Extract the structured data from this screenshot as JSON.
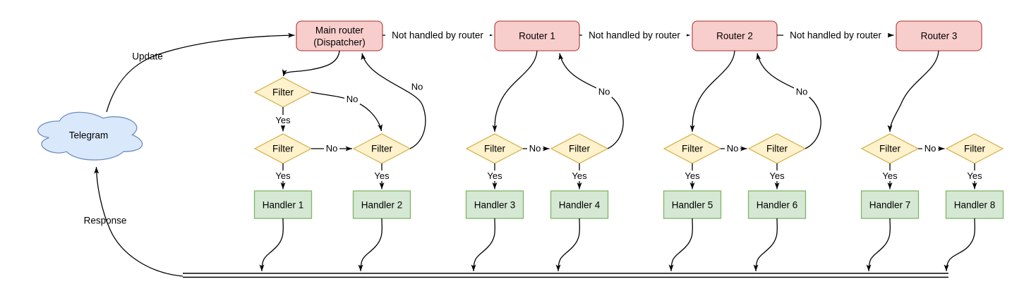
{
  "cloud": {
    "label": "Telegram"
  },
  "routers": {
    "main": {
      "line1": "Main router",
      "line2": "(Dispatcher)"
    },
    "r1": {
      "label": "Router 1"
    },
    "r2": {
      "label": "Router 2"
    },
    "r3": {
      "label": "Router 3"
    }
  },
  "labels": {
    "filter": "Filter",
    "yes": "Yes",
    "no": "No",
    "not_handled": "Not handled by router",
    "update": "Update",
    "response": "Response"
  },
  "handlers": [
    "Handler 1",
    "Handler 2",
    "Handler 3",
    "Handler 4",
    "Handler 5",
    "Handler 6",
    "Handler 7",
    "Handler 8"
  ],
  "colors": {
    "background": "#ffffff",
    "cloud_fill": "#dae8fc",
    "cloud_stroke": "#6c8ebf",
    "router_fill": "#f8cecc",
    "router_stroke": "#b85450",
    "filter_fill": "#fff2cc",
    "filter_stroke": "#d6b656",
    "handler_fill": "#d5e8d4",
    "handler_stroke": "#82b366",
    "edge": "#000000"
  }
}
